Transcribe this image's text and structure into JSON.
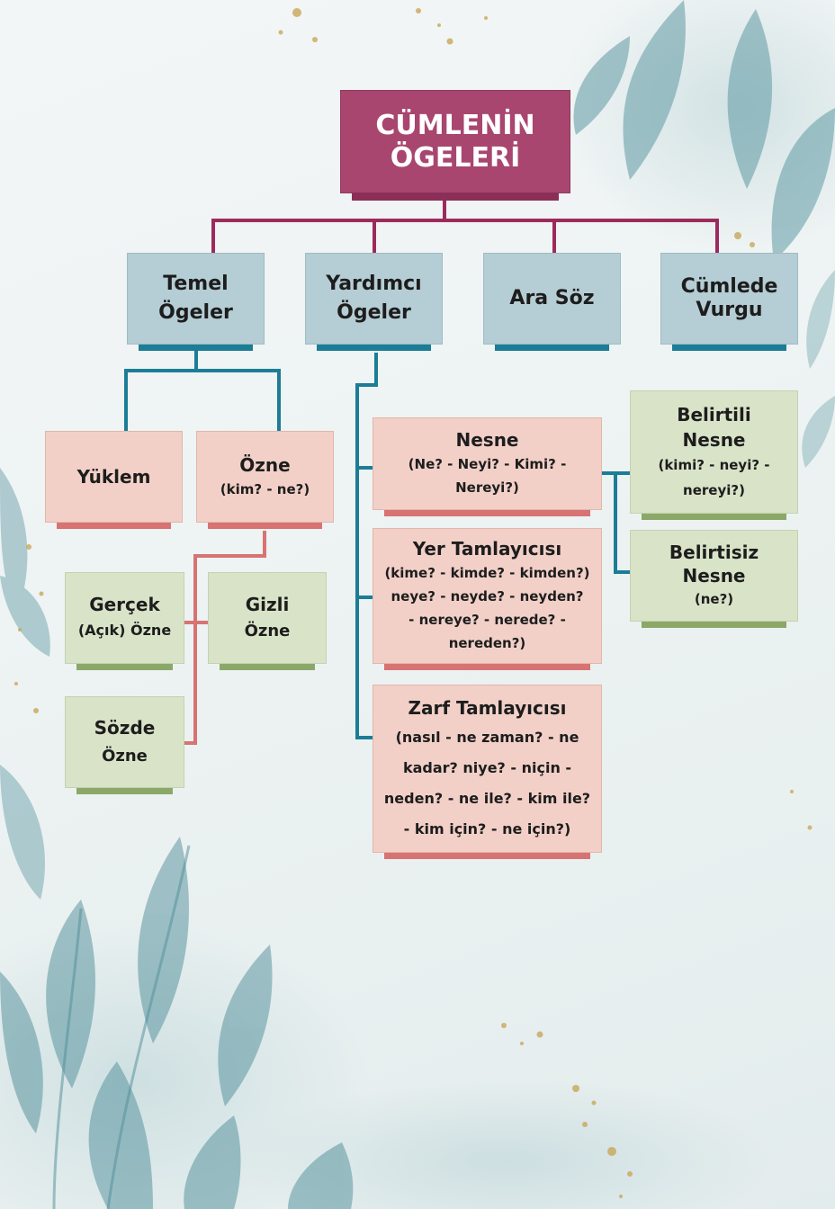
{
  "root": {
    "line1": "CÜMLENİN",
    "line2": "ÖGELERİ"
  },
  "categories": {
    "temel": {
      "line1": "Temel",
      "line2": "Ögeler"
    },
    "yardimci": {
      "line1": "Yardımcı",
      "line2": "Ögeler"
    },
    "ara_soz": {
      "label": "Ara Söz"
    },
    "vurgu": {
      "line1": "Cümlede",
      "line2": "Vurgu"
    }
  },
  "temel": {
    "yuklem": {
      "label": "Yüklem"
    },
    "ozne": {
      "title": "Özne",
      "question": "(kim? - ne?)"
    },
    "gercek": {
      "line1": "Gerçek",
      "line2": "(Açık) Özne"
    },
    "gizli": {
      "line1": "Gizli",
      "line2": "Özne"
    },
    "sozde": {
      "line1": "Sözde",
      "line2": "Özne"
    }
  },
  "yardimci": {
    "nesne": {
      "title": "Nesne",
      "q1": "(Ne? - Neyi? - Kimi? -",
      "q2": "Nereyi?)"
    },
    "yer": {
      "title": "Yer Tamlayıcısı",
      "q1": "(kime? - kimde? - kimden?)",
      "q2": "neye? - neyde? - neyden?",
      "q3": "- nereye? - nerede? -",
      "q4": "nereden?)"
    },
    "zarf": {
      "title": "Zarf Tamlayıcısı",
      "q1": "(nasıl - ne zaman? - ne",
      "q2": "kadar? niye? - niçin -",
      "q3": "neden? - ne ile? - kim ile?",
      "q4": "- kim için? - ne için?)"
    }
  },
  "nesne_types": {
    "belirtili": {
      "line1": "Belirtili",
      "line2": "Nesne",
      "q1": "(kimi? - neyi? -",
      "q2": "nereyi?)"
    },
    "belirtisiz": {
      "line1": "Belirtisiz",
      "line2": "Nesne",
      "q1": "(ne?)"
    }
  },
  "colors": {
    "root": "#a8466f",
    "root_connector": "#9c2a5c",
    "category": "#b5cdd4",
    "teal_connector": "#1b7d96",
    "pink_box": "#f2d0c8",
    "pink_connector": "#d77372",
    "green_box": "#d8e3c8"
  }
}
